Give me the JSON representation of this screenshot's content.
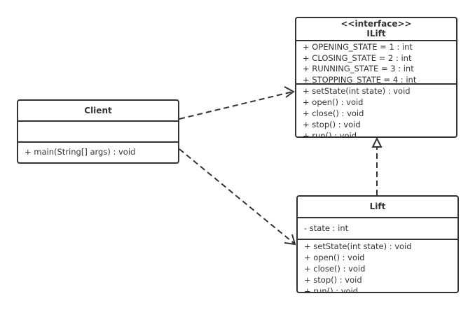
{
  "classes": {
    "client": {
      "name": "Client",
      "attributes": [],
      "methods": [
        "+ main(String[] args) : void"
      ]
    },
    "ilift": {
      "stereotype": "<<interface>>",
      "name": "ILift",
      "attributes": [
        "+ OPENING_STATE = 1 : int",
        "+ CLOSING_STATE = 2 : int",
        "+ RUNNING_STATE = 3 : int",
        "+ STOPPING_STATE = 4 : int"
      ],
      "methods": [
        "+ setState(int state) : void",
        "+ open() : void",
        "+ close() : void",
        "+ stop() : void",
        "+ run() : void"
      ]
    },
    "lift": {
      "name": "Lift",
      "attributes": [
        "- state : int"
      ],
      "methods": [
        "+ setState(int state) : void",
        "+ open() : void",
        "+ close() : void",
        "+ stop() : void",
        "+ run() : void"
      ]
    }
  },
  "relations": [
    {
      "from": "Client",
      "to": "ILift",
      "type": "dependency"
    },
    {
      "from": "Client",
      "to": "Lift",
      "type": "dependency"
    },
    {
      "from": "Lift",
      "to": "ILift",
      "type": "realization"
    }
  ],
  "colors": {
    "line": "#333333",
    "background": "#ffffff"
  }
}
